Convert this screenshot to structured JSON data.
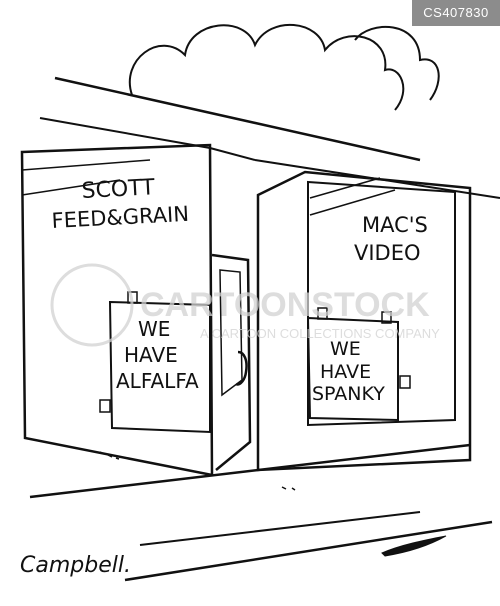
{
  "image_id": "CS407830",
  "left_window": {
    "store_name_line1": "SCOTT",
    "store_name_line2": "FEED&GRAIN",
    "sign_line1": "WE",
    "sign_line2": "HAVE",
    "sign_line3": "ALFALFA"
  },
  "right_window": {
    "store_name_line1": "MAC'S",
    "store_name_line2": "VIDEO",
    "sign_line1": "WE",
    "sign_line2": "HAVE",
    "sign_line3": "SPANKY"
  },
  "signature": "Campbell.",
  "watermark": {
    "brand": "CARTOONSTOCK",
    "tagline": "A CARTOON COLLECTIONS COMPANY"
  },
  "colors": {
    "ink": "#111111",
    "tag_bg": "#8c8c8c",
    "watermark": "#d2d2d2"
  }
}
